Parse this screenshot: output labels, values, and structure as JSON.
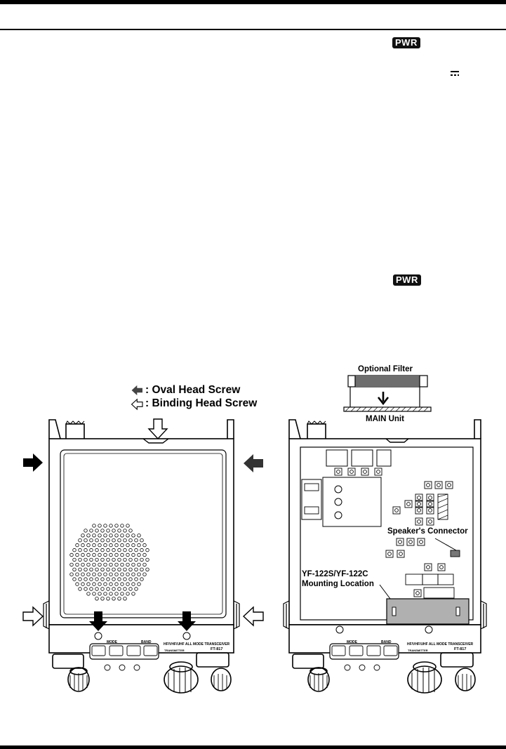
{
  "badges": {
    "pwr": "PWR"
  },
  "legend": {
    "oval": ": Oval Head Screw",
    "binding": ": Binding Head Screw"
  },
  "filter_diagram": {
    "title": "Optional Filter",
    "unit": "MAIN Unit"
  },
  "right_panel": {
    "speaker_label": "Speaker's Connector",
    "mount_label_1": "YF-122S/YF-122C",
    "mount_label_2": "Mounting Location"
  },
  "radio_panel": {
    "mode": "MODE",
    "band": "BAND",
    "model_line": "HF/VHF/UHF ALL MODE TRANSCEIVER",
    "model": "FT-817",
    "tune_label": "TRANSMITTER"
  },
  "colors": {
    "dark_arrow": "#333333",
    "filter_fill": "#6e6e6e",
    "mount_fill": "#b0b0b0"
  }
}
